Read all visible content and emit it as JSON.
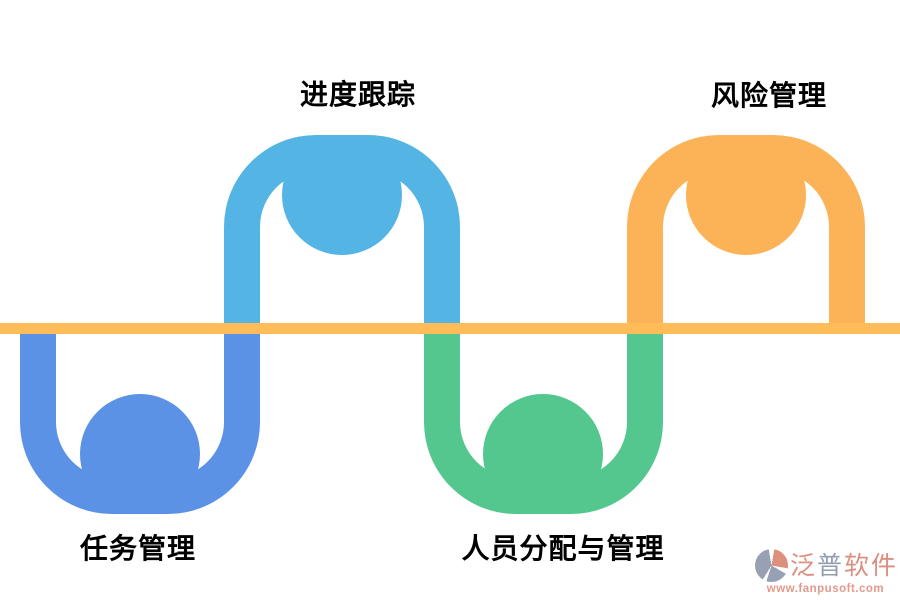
{
  "timeline": {
    "color": "#FFBC59"
  },
  "nodes": [
    {
      "id": "task",
      "label": "任务管理",
      "color": "#5B92E5",
      "position": "bottom-left"
    },
    {
      "id": "progress",
      "label": "进度跟踪",
      "color": "#54B4E4",
      "position": "top-middle"
    },
    {
      "id": "personnel",
      "label": "人员分配与管理",
      "color": "#53C78E",
      "position": "bottom-middle"
    },
    {
      "id": "risk",
      "label": "风险管理",
      "color": "#FCB357",
      "position": "top-right"
    }
  ],
  "watermark": {
    "brand": "泛普软件",
    "brand_chars": [
      {
        "char": "泛",
        "color": "#DD8F80"
      },
      {
        "char": "普",
        "color": "#939DB0"
      },
      {
        "char": "软",
        "color": "#DD8F80"
      },
      {
        "char": "件",
        "color": "#DD8F80"
      }
    ],
    "url": "www.fanpusoft.com",
    "url_color": "#E39A8C",
    "logo_colors": {
      "salmon": "#DE8F7E",
      "gray": "#98A1B3"
    }
  }
}
